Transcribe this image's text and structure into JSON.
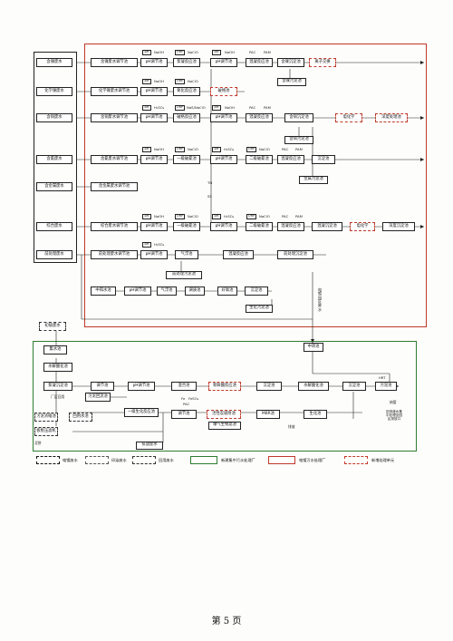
{
  "source_column": [
    "含镍废水",
    "化学镍废水",
    "含铜废水",
    "含氰废水",
    "含金属废水",
    "综合废水",
    "前处理废水"
  ],
  "row1": {
    "boxes": [
      "含镍废水调节池",
      "pH调节池",
      "絮凝反应池",
      "pH调节池",
      "混凝反应池",
      "含镍沉淀池",
      "离子交换"
    ],
    "reagents": [
      "pH",
      "NaOH",
      "ORP",
      "NaClO",
      "pH",
      "NaOH",
      "PAC",
      "PAM"
    ],
    "below": "含镍污泥池"
  },
  "row2": {
    "boxes": [
      "化学镍废水调节池",
      "pH调节池",
      "氧化反应池",
      "破络池"
    ],
    "reagents": [
      "pH",
      "NaOH",
      "ORP",
      "NaClO"
    ]
  },
  "row3": {
    "boxes": [
      "含铜废水调节池",
      "pH调节池",
      "破络反应池",
      "pH调节池",
      "混凝反应池",
      "含铜沉淀池",
      "电化学",
      "深度处理池"
    ],
    "reagents": [
      "pH",
      "H₂SO₄",
      "ORP",
      "NaS/NaClO",
      "pH",
      "NaOH",
      "PAC",
      "PAM"
    ],
    "below": "含铜污泥池"
  },
  "row4": {
    "boxes": [
      "含氰废水调节池",
      "pH调节池",
      "一级破氰池",
      "pH调节池",
      "二级破氰池",
      "混凝反应池",
      "沉淀池"
    ],
    "reagents": [
      "pH",
      "NaOH",
      "ORP",
      "NaClO",
      "pH",
      "H₂SO₄",
      "ORP",
      "NaClO",
      "PAC",
      "PAM"
    ],
    "below": "金属污泥池",
    "markers": [
      "TN",
      "SS"
    ]
  },
  "row5": {
    "boxes": [
      "含金属废水调节池"
    ]
  },
  "row6": {
    "boxes": [
      "综合废水调节池",
      "pH调节池",
      "一级破氰池",
      "pH调节池",
      "二级破氰池",
      "混凝反应池",
      "混凝沉淀池",
      "电化学",
      "深度沉淀池"
    ],
    "reagents": [
      "pH",
      "NaOH",
      "ORP",
      "NaClO",
      "pH",
      "H₂SO₄",
      "ORP",
      "NaClO",
      "PAC",
      "PAM"
    ]
  },
  "row7": {
    "boxes": [
      "前处理废水调节池",
      "pH调节池",
      "气浮池",
      "混凝反应池",
      "前处理沉淀池"
    ],
    "reagents": [
      "pH",
      "H₂SO₄"
    ],
    "sludge": "前处理污泥池"
  },
  "row8": {
    "boxes": [
      "中和水池",
      "pH调节池",
      "气浮池",
      "调质池",
      "好氧池",
      "沉淀池"
    ],
    "below": "生化污泥池",
    "side_label": "电镀园区废水"
  },
  "middle": {
    "convergence": "中转池"
  },
  "green_left": {
    "top_box": "初级废水",
    "boxes": [
      "集水池",
      "水解酸化池",
      "絮凝沉淀池",
      "污泥回流池",
      "一级生化反应池",
      "污泥浓缩池",
      "板框压滤机",
      "回用水池"
    ],
    "label_factory": "厂区回用",
    "sludge_cake": "泥饼"
  },
  "green_main": {
    "boxes": [
      "调节池",
      "pH调节池",
      "混合池",
      "新鲜酸反应池",
      "沉淀池",
      "水解酸化池",
      "沉淀池",
      "污泥池",
      "活性炭吸附池"
    ],
    "reagents": [
      "Fe",
      "FeSO₄",
      "PAC"
    ],
    "lower": [
      "调节池",
      "曝气生物滤池",
      "MBR池",
      "生化池"
    ],
    "bottom": "排放废水",
    "side_notes": [
      "排放",
      "HRT",
      "纳管"
    ],
    "right_note": "回流废水集中处理至园区排放口"
  },
  "legend": {
    "items": [
      "电镀废水",
      "印染废水",
      "回用废水",
      "新建集中污水处理厂",
      "电镀污水处理厂",
      "新增处理单元"
    ]
  },
  "footer": {
    "page": "第 5 页"
  },
  "colors": {
    "red_zone": "#c0392b",
    "green_zone": "#2e7d32",
    "line": "#222222"
  }
}
